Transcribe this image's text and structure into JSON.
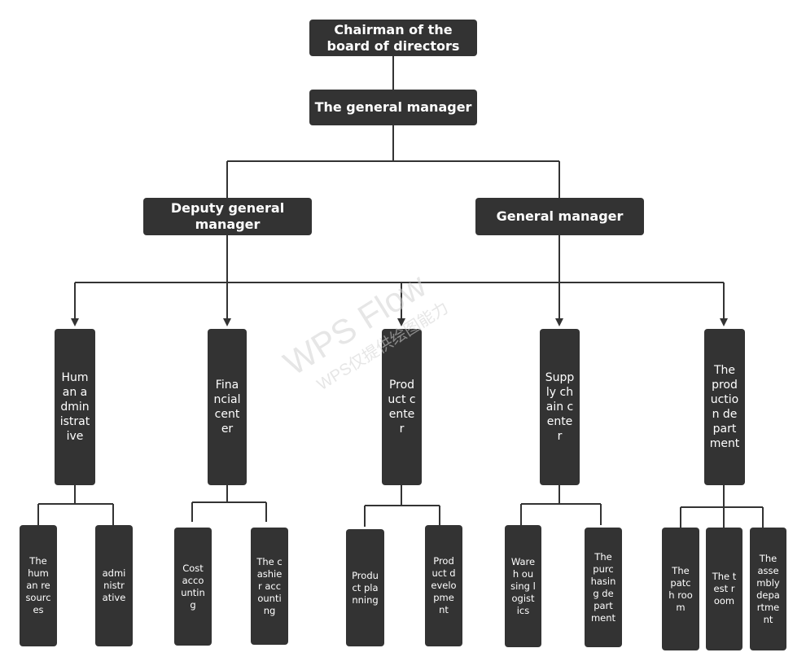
{
  "chart": {
    "top": "Chairman of the board of directors",
    "general": "The general manager",
    "deputy": "Deputy general manager",
    "gm": "General manager",
    "departments": [
      {
        "label": "Human administrative",
        "children": [
          "The human resources",
          "administrative"
        ]
      },
      {
        "label": "Financial center",
        "children": [
          "Cost accounting",
          "The cashier accounting"
        ]
      },
      {
        "label": "Product center",
        "children": [
          "Product planning",
          "Product development"
        ]
      },
      {
        "label": "Supply chain center",
        "children": [
          "Wareh ousing logistics",
          "The purchasing department"
        ]
      },
      {
        "label": "The production department",
        "children": [
          "The patch room",
          "The test room",
          "The assembly department"
        ]
      }
    ]
  },
  "watermark": {
    "line1": "WPS Flow",
    "line2": "WPS仅提供绘图能力"
  }
}
